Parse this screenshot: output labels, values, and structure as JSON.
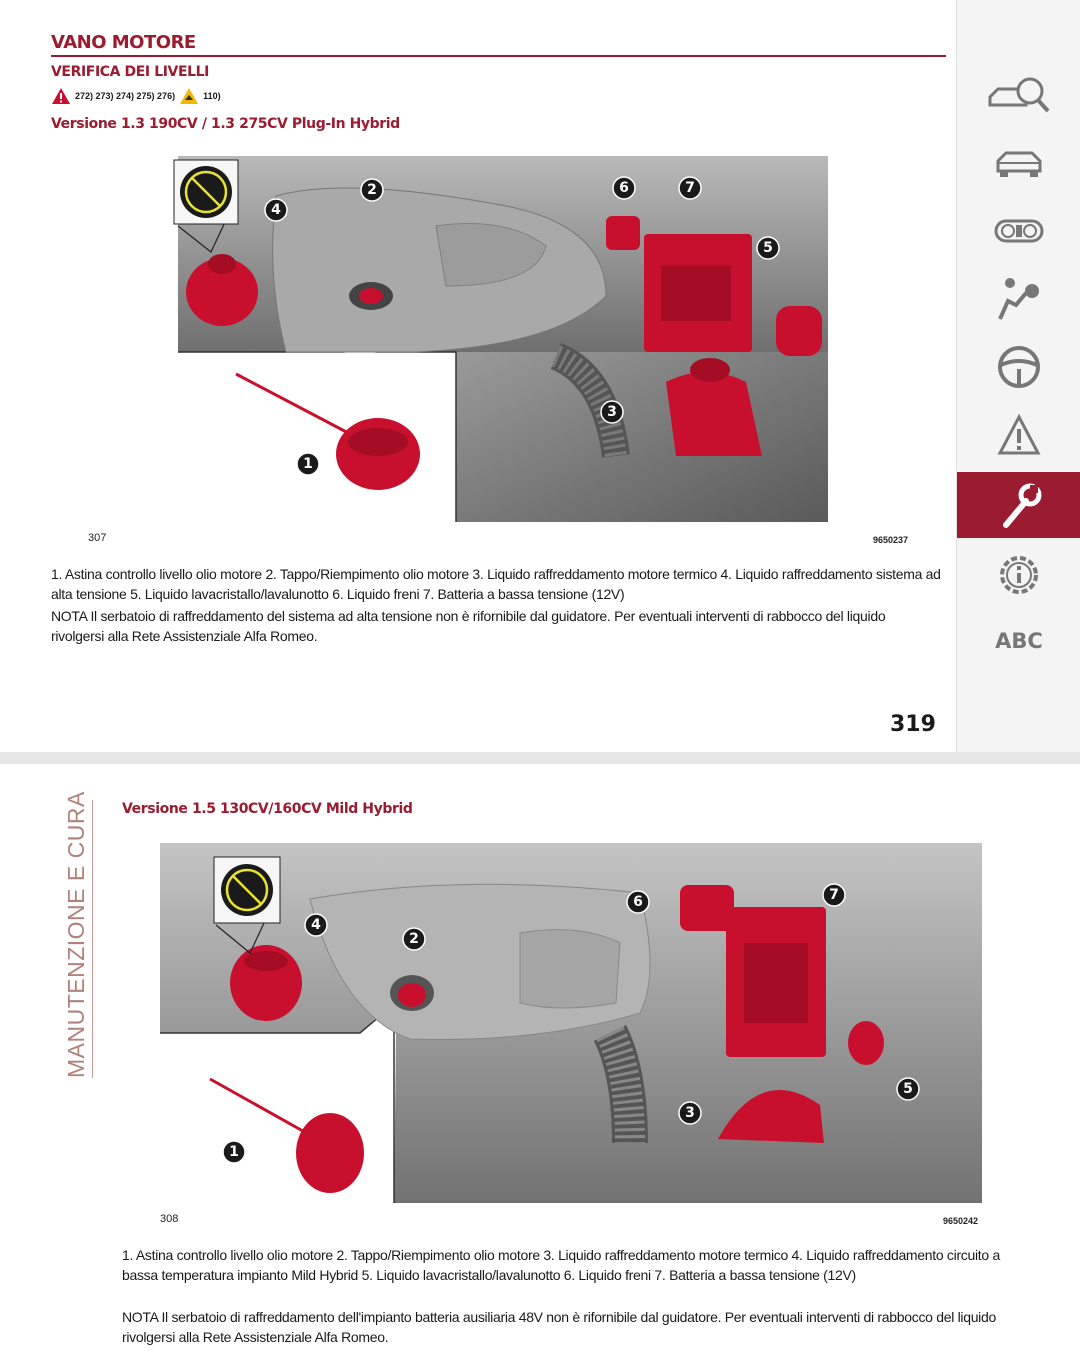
{
  "top_page": {
    "section_title": "VANO MOTORE",
    "subsection_title": "VERIFICA DEI LIVELLI",
    "warning_refs": "272) 273) 274) 275) 276)",
    "caution_refs": "110)",
    "version_title": "Versione 1.3 190CV / 1.3 275CV Plug-In Hybrid",
    "figure_number": "307",
    "figure_code": "9650237",
    "callouts": [
      "1",
      "2",
      "3",
      "4",
      "5",
      "6",
      "7"
    ],
    "caption": "1. Astina controllo livello olio motore 2. Tappo/Riempimento olio motore 3. Liquido raffreddamento motore termico 4. Liquido raffreddamento sistema ad alta tensione 5. Liquido lavacristallo/lavalunotto 6. Liquido freni 7. Batteria a bassa tensione (12V)",
    "note": "NOTA Il serbatoio di raffreddamento del sistema ad alta tensione non è rifornibile dal guidatore. Per eventuali interventi di rabbocco del liquido rivolgersi alla Rete Assistenziale Alfa Romeo.",
    "page_number": "319"
  },
  "sidebar": {
    "items": [
      {
        "icon": "car-search-icon"
      },
      {
        "icon": "car-icon"
      },
      {
        "icon": "dashboard-icon"
      },
      {
        "icon": "airbag-icon"
      },
      {
        "icon": "steering-wheel-icon"
      },
      {
        "icon": "warning-triangle-icon"
      },
      {
        "icon": "wrench-icon",
        "active": true
      },
      {
        "icon": "gear-info-icon"
      },
      {
        "label": "ABC"
      }
    ],
    "active_color": "#9b1b30"
  },
  "bottom_page": {
    "chapter_label": "MANUTENZIONE E CURA",
    "version_title": "Versione 1.5 130CV/160CV Mild Hybrid",
    "figure_number": "308",
    "figure_code": "9650242",
    "callouts": [
      "1",
      "2",
      "3",
      "4",
      "5",
      "6",
      "7"
    ],
    "caption": "1. Astina controllo livello olio motore 2. Tappo/Riempimento olio motore 3. Liquido raffreddamento motore termico 4. Liquido raffreddamento circuito a bassa temperatura impianto Mild Hybrid 5. Liquido lavacristallo/lavalunotto 6. Liquido freni 7. Batteria a bassa tensione (12V)",
    "note": "NOTA Il serbatoio di raffreddamento dell'impianto batteria ausiliaria 48V non è rifornibile dal guidatore. Per eventuali interventi di rabbocco del liquido rivolgersi alla Rete Assistenziale Alfa Romeo."
  },
  "colors": {
    "brand_red": "#9b1b30",
    "highlight_red": "#c8102e",
    "engine_gray": "#8a8a8a"
  }
}
